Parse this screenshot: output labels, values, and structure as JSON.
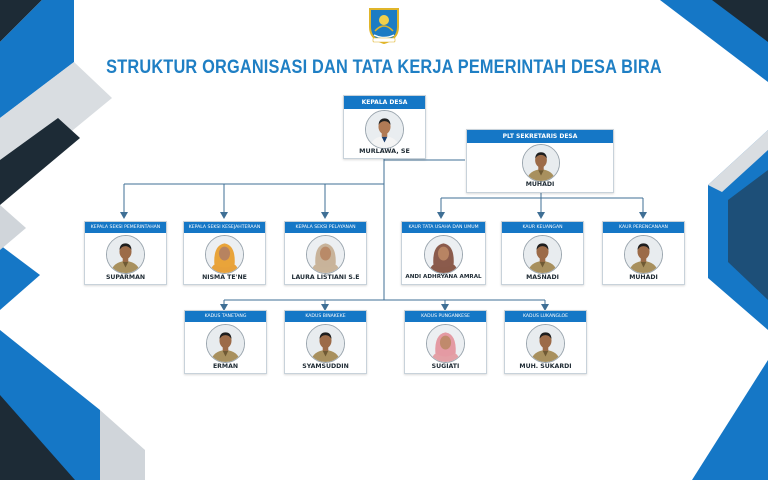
{
  "title": "STRUKTUR ORGANISASI DAN TATA KERJA PEMERINTAH DESA BIRA",
  "logo": {
    "icon": "regency-emblem-icon"
  },
  "colors": {
    "accent": "#1577c6",
    "title": "#1f7fc4",
    "dark": "#1d2b36"
  },
  "nodes": [
    {
      "id": "kades",
      "title": "KEPALA DESA",
      "name": "MURLAWA, SE",
      "photo": "man-uniform"
    },
    {
      "id": "sekdes",
      "title": "PLT SEKRETARIS DESA",
      "name": "MUHADI",
      "photo": "man-khaki"
    },
    {
      "id": "kasi_pem",
      "title": "KEPALA SEKSI PEMERINTAHAN",
      "name": "SUPARMAN",
      "photo": "man-khaki"
    },
    {
      "id": "kasi_kes",
      "title": "KEPALA SEKSI KESEJAHTERAAN",
      "name": "NISMA TE'NE",
      "photo": "woman-orange"
    },
    {
      "id": "kasi_pel",
      "title": "KEPALA SEKSI PELAYANAN",
      "name": "LAURA LISTIANI S.E",
      "photo": "woman-beige"
    },
    {
      "id": "kaur_tu",
      "title": "KAUR TATA USAHA DAN UMUM",
      "name": "ANDI ADHRYANA AMRAL",
      "photo": "woman-brown"
    },
    {
      "id": "kaur_keu",
      "title": "KAUR KEUANGAN",
      "name": "MASNADI",
      "photo": "man-khaki"
    },
    {
      "id": "kaur_ren",
      "title": "KAUR PERENCANAAN",
      "name": "MUHADI",
      "photo": "man-khaki"
    },
    {
      "id": "kadus_1",
      "title": "KADUS TANETANG",
      "name": "ERMAN",
      "photo": "man-khaki"
    },
    {
      "id": "kadus_2",
      "title": "KADUS BINAKEKE",
      "name": "SYAMSUDDIN",
      "photo": "man-khaki"
    },
    {
      "id": "kadus_3",
      "title": "KADUS PUNGANKESE",
      "name": "SUGIATI",
      "photo": "woman-pink"
    },
    {
      "id": "kadus_4",
      "title": "KADUS LUKANGLOE",
      "name": "MUH. SUKARDI",
      "photo": "man-khaki"
    }
  ]
}
